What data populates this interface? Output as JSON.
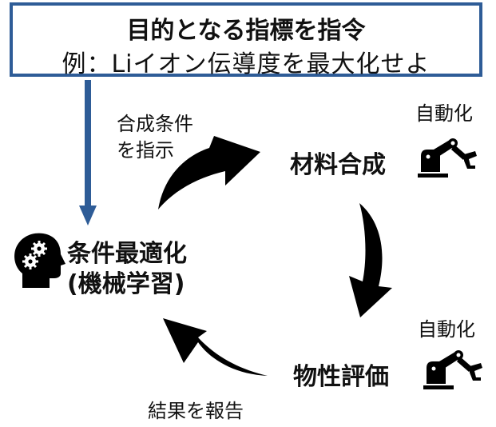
{
  "goal": {
    "title": "目的となる指標を指令",
    "example": "例：Liイオン伝導度を最大化せよ"
  },
  "nodes": {
    "optimization": {
      "line1": "条件最適化",
      "line2": "(機械学習)",
      "icon": "head-gears-icon"
    },
    "synthesis": {
      "label": "材料合成",
      "automation_label": "自動化",
      "icon": "robot-arm-icon"
    },
    "evaluation": {
      "label": "物性評価",
      "automation_label": "自動化",
      "icon": "robot-arm-icon"
    }
  },
  "edges": {
    "instruct": {
      "line1": "合成条件",
      "line2": "を指示"
    },
    "report": {
      "label": "結果を報告"
    }
  },
  "colors": {
    "accent": "#2e5c97",
    "arrow": "#000000"
  }
}
